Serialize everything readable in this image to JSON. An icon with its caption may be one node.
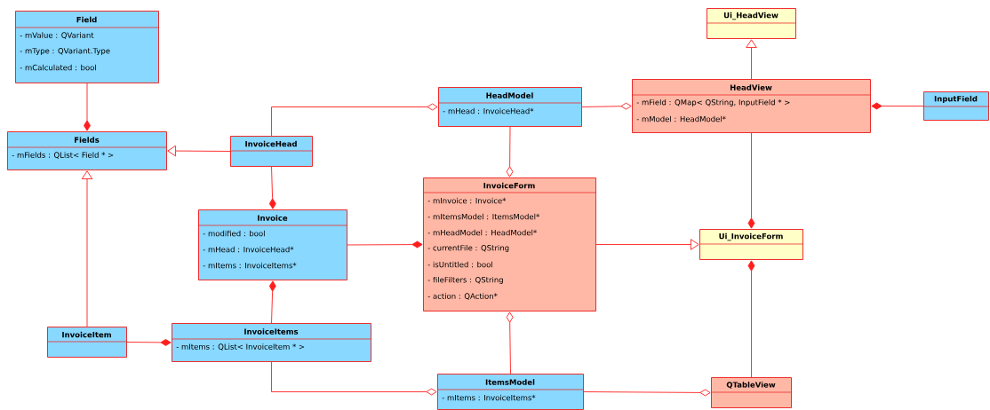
{
  "diagram": {
    "nodes": [
      {
        "text": [
          "Field",
          "- mValue : QVariant",
          "- mType : QVariant.Type",
          "- mCalculated : bool"
        ]
      },
      {
        "text": [
          "Ui_HeadView"
        ]
      },
      {
        "text": [
          "HeadModel",
          "- mHead : InvoiceHead*"
        ]
      },
      {
        "text": [
          "HeadView",
          "- mField : QMap< QString, InputField * >",
          "- mModel : HeadModel*"
        ]
      },
      {
        "text": [
          "InputField"
        ]
      },
      {
        "text": [
          "Fields",
          "- mFields : QList< Field * >"
        ]
      },
      {
        "text": [
          "InvoiceHead"
        ]
      },
      {
        "text": [
          "InvoiceForm",
          "- mInvoice : Invoice*",
          "- mItemsModel : ItemsModel*",
          "- mHeadModel : HeadModel*",
          "- currentFile : QString",
          "- isUntitled : bool",
          "- fileFilters : QString",
          "- action : QAction*"
        ]
      },
      {
        "text": [
          "Invoice",
          "- modified : bool",
          "- mHead : InvoiceHead*",
          "- mItems : InvoiceItems*"
        ]
      },
      {
        "text": [
          "Ui_InvoiceForm"
        ]
      },
      {
        "text": [
          "InvoiceItem"
        ]
      },
      {
        "text": [
          "InvoiceItems",
          "- mItems : QList< InvoiceItem * >"
        ]
      },
      {
        "text": [
          "ItemsModel",
          "- mItems : InvoiceItems*"
        ]
      },
      {
        "text": [
          "QTableView"
        ]
      }
    ],
    "edges": [
      {
        "from": 0,
        "to": 5,
        "arrow": "other"
      },
      {
        "from": 6,
        "to": 5,
        "arrow": "to"
      },
      {
        "from": 10,
        "to": 5,
        "arrow": "to"
      },
      {
        "from": 6,
        "to": 2,
        "arrow": "other"
      },
      {
        "from": 2,
        "to": 3,
        "arrow": "other"
      },
      {
        "from": 2,
        "to": 7,
        "arrow": "other"
      },
      {
        "from": 3,
        "to": 1,
        "arrow": "to"
      },
      {
        "from": 4,
        "to": 3,
        "arrow": "other"
      },
      {
        "from": 3,
        "to": 9,
        "arrow": "other"
      },
      {
        "from": 6,
        "to": 8,
        "arrow": "other"
      },
      {
        "from": 8,
        "to": 7,
        "arrow": "other"
      },
      {
        "from": 7,
        "to": 9,
        "arrow": "to"
      },
      {
        "from": 11,
        "to": 8,
        "arrow": "other"
      },
      {
        "from": 10,
        "to": 11,
        "arrow": "other"
      },
      {
        "from": 11,
        "to": 12,
        "arrow": "other"
      },
      {
        "from": 12,
        "to": 7,
        "arrow": "other"
      },
      {
        "from": 12,
        "to": 13,
        "arrow": "other"
      },
      {
        "from": 13,
        "to": 9,
        "arrow": "other"
      }
    ]
  }
}
